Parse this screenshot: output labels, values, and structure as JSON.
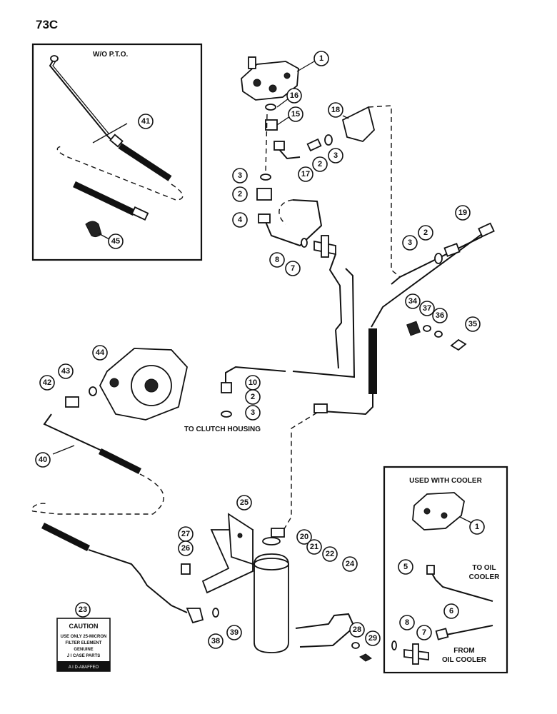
{
  "page_label": "73C",
  "inset_labels": {
    "without_pto": "W/O P.T.O.",
    "used_with_cooler": "USED WITH COOLER",
    "to_oil_cooler": [
      "TO OIL",
      "COOLER"
    ],
    "from_oil_cooler": [
      "FROM",
      "OIL COOLER"
    ]
  },
  "main_labels": {
    "to_clutch_housing": "TO CLUTCH HOUSING"
  },
  "caution_tag": {
    "title": "CAUTION",
    "lines": [
      "USE ONLY 25-MICRON",
      "FILTER ELEMENT",
      "GENUINE",
      "J I CASE PARTS"
    ],
    "part_number": "A I D-A8AFFEO"
  },
  "callouts": [
    "1",
    "16",
    "15",
    "18",
    "3",
    "2",
    "17",
    "3",
    "2",
    "4",
    "8",
    "7",
    "19",
    "2",
    "3",
    "34",
    "37",
    "36",
    "35",
    "41",
    "45",
    "44",
    "43",
    "42",
    "10",
    "2",
    "3",
    "40",
    "25",
    "27",
    "26",
    "20",
    "21",
    "22",
    "24",
    "23",
    "39",
    "38",
    "28",
    "29",
    "1",
    "5",
    "6",
    "8",
    "7"
  ]
}
